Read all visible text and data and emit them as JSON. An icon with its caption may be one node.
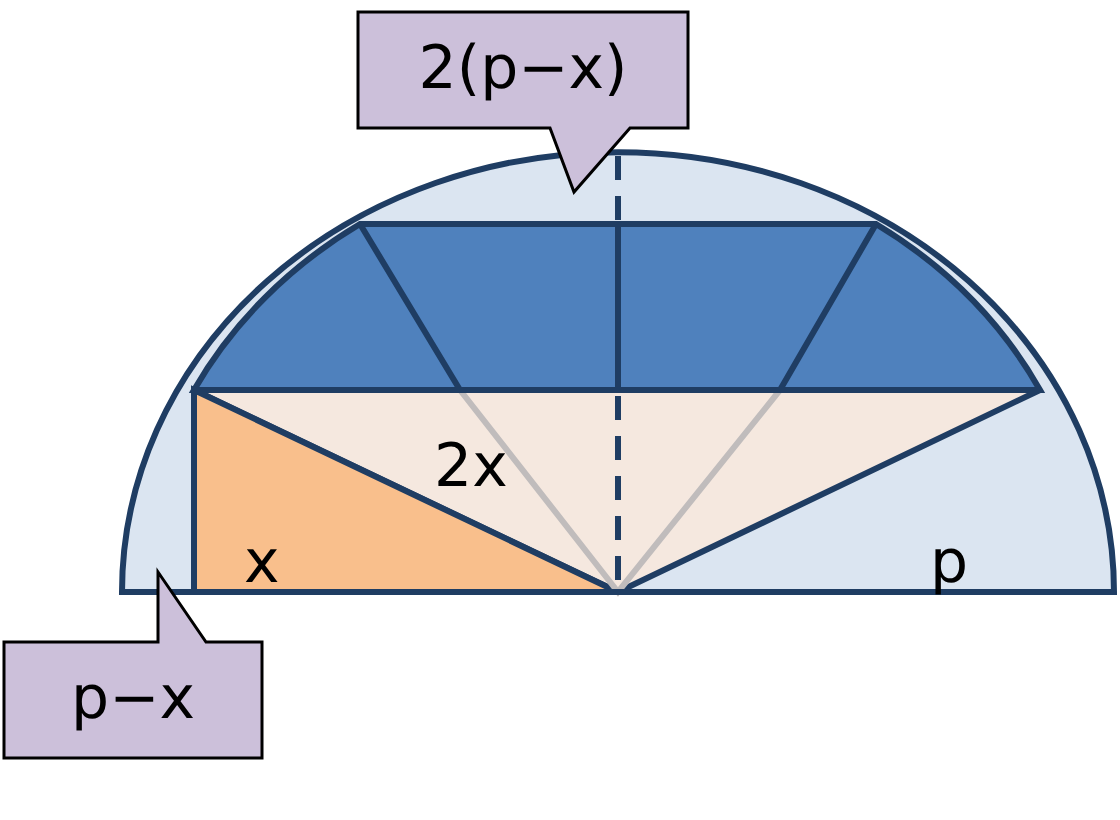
{
  "diagram": {
    "nodes": [
      {
        "text": [
          "2(p−x)"
        ]
      },
      {
        "text": [
          "p−x"
        ]
      }
    ],
    "edges": [],
    "labels": [
      "2x",
      "x",
      "p"
    ]
  }
}
